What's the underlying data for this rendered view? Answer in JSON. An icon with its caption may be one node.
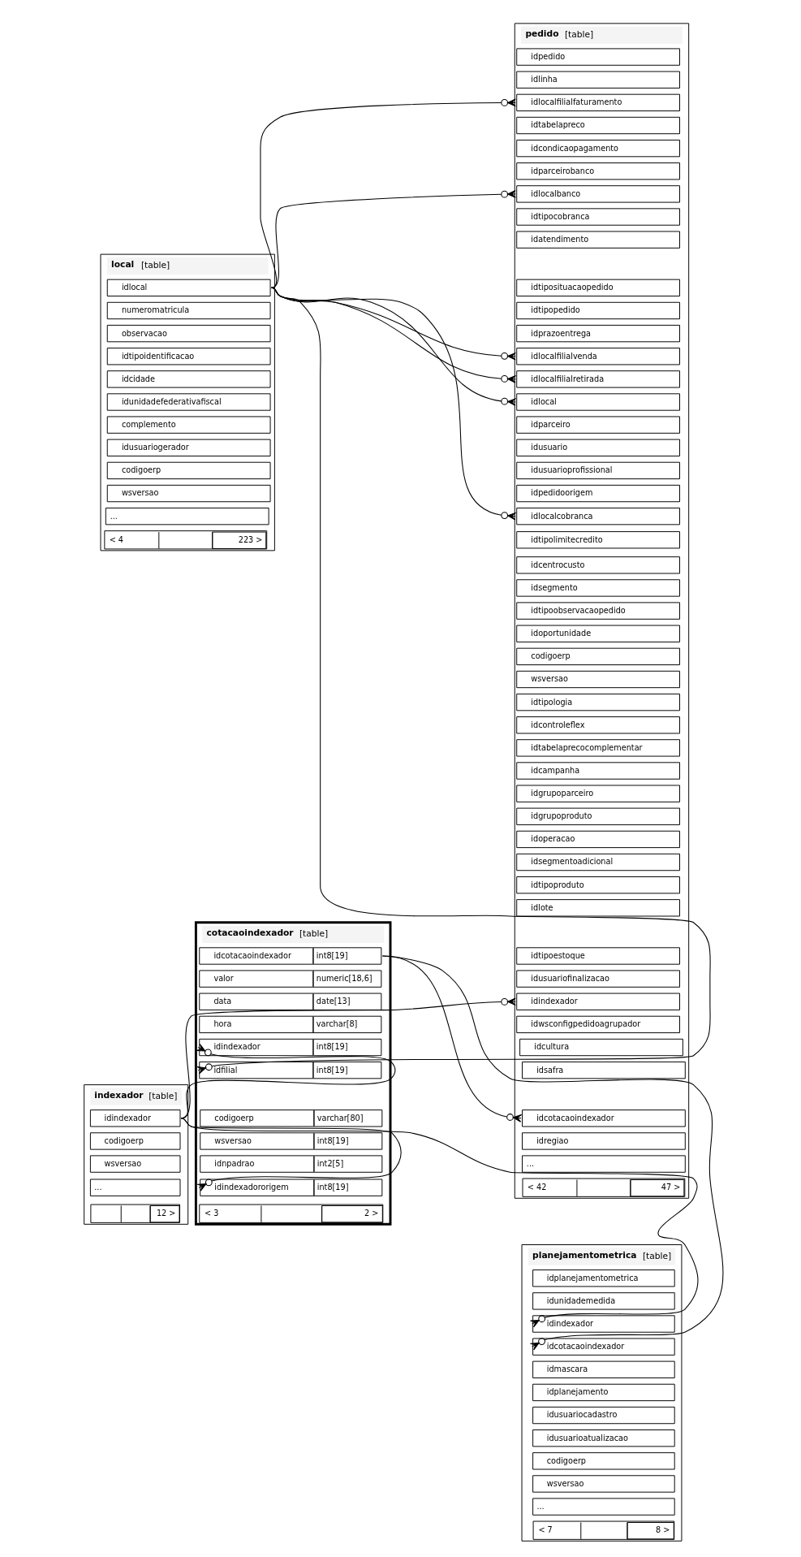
{
  "diagram": {
    "nodes": [
      {
        "text": [
          "pedido",
          "[table]"
        ]
      },
      {
        "text": [
          "idpedido"
        ],
        "in": 0
      },
      {
        "text": [
          "idlinha"
        ],
        "in": 0
      },
      {
        "text": [
          "idlocalfilialfaturamento"
        ],
        "in": 0
      },
      {
        "text": [
          "idtabelapreco"
        ],
        "in": 0
      },
      {
        "text": [
          "idcondicaopagamento"
        ],
        "in": 0
      },
      {
        "text": [
          "idparceirobanco"
        ],
        "in": 0
      },
      {
        "text": [
          "idlocalbanco"
        ],
        "in": 0
      },
      {
        "text": [
          "idtipocobranca"
        ],
        "in": 0
      },
      {
        "text": [
          "idatendimento"
        ],
        "in": 0
      },
      {
        "text": [
          "idtiposituacaopedido"
        ],
        "in": 0
      },
      {
        "text": [
          "idtipopedido"
        ],
        "in": 0
      },
      {
        "text": [
          "idprazoentrega"
        ],
        "in": 0
      },
      {
        "text": [
          "idlocalfilialvenda"
        ],
        "in": 0
      },
      {
        "text": [
          "idlocalfilialretirada"
        ],
        "in": 0
      },
      {
        "text": [
          "idlocal"
        ],
        "in": 0
      },
      {
        "text": [
          "idparceiro"
        ],
        "in": 0
      },
      {
        "text": [
          "idusuario"
        ],
        "in": 0
      },
      {
        "text": [
          "idusuarioprofissional"
        ],
        "in": 0
      },
      {
        "text": [
          "idpedidoorigem"
        ],
        "in": 0
      },
      {
        "text": [
          "idlocalcobranca"
        ],
        "in": 0
      },
      {
        "text": [
          "idtipolimitecredito"
        ],
        "in": 0
      },
      {
        "text": [
          "idcentrocusto"
        ],
        "in": 0
      },
      {
        "text": [
          "idsegmento"
        ],
        "in": 0
      },
      {
        "text": [
          "idtipoobservacaopedido"
        ],
        "in": 0
      },
      {
        "text": [
          "idoportunidade"
        ],
        "in": 0
      },
      {
        "text": [
          "codigoerp"
        ],
        "in": 0
      },
      {
        "text": [
          "wsversao"
        ],
        "in": 0
      },
      {
        "text": [
          "idtipologia"
        ],
        "in": 0
      },
      {
        "text": [
          "idcontroleflex"
        ],
        "in": 0
      },
      {
        "text": [
          "idtabelaprecocomplementar"
        ],
        "in": 0
      },
      {
        "text": [
          "idcampanha"
        ],
        "in": 0
      },
      {
        "text": [
          "idgrupoparceiro"
        ],
        "in": 0
      },
      {
        "text": [
          "idgrupoproduto"
        ],
        "in": 0
      },
      {
        "text": [
          "idoperacao"
        ],
        "in": 0
      },
      {
        "text": [
          "idsegmentoadicional"
        ],
        "in": 0
      },
      {
        "text": [
          "idtipoproduto"
        ],
        "in": 0
      },
      {
        "text": [
          "idlote"
        ],
        "in": 0
      },
      {
        "text": [
          "idtipoestoque"
        ],
        "in": 0
      },
      {
        "text": [
          "idusuariofinalizacao"
        ],
        "in": 0
      },
      {
        "text": [
          "idindexador"
        ],
        "in": 0
      },
      {
        "text": [
          "idwsconfigpedidoagrupador"
        ],
        "in": 0
      },
      {
        "text": [
          "idcultura"
        ],
        "in": 0
      },
      {
        "text": [
          "idsafra"
        ],
        "in": 0
      },
      {
        "text": [
          "idcotacaoindexador"
        ],
        "in": 0
      },
      {
        "text": [
          "idregiao"
        ],
        "in": 0
      },
      {
        "text": [
          "..."
        ],
        "in": 0
      },
      {
        "text": [
          "< 42",
          "47 >"
        ],
        "in": 0
      },
      {
        "text": [
          "local",
          "[table]"
        ]
      },
      {
        "text": [
          "idlocal"
        ],
        "in": 48
      },
      {
        "text": [
          "numeromatricula"
        ],
        "in": 48
      },
      {
        "text": [
          "observacao"
        ],
        "in": 48
      },
      {
        "text": [
          "idtipoidentificacao"
        ],
        "in": 48
      },
      {
        "text": [
          "idcidade"
        ],
        "in": 48
      },
      {
        "text": [
          "idunidadefederativafiscal"
        ],
        "in": 48
      },
      {
        "text": [
          "complemento"
        ],
        "in": 48
      },
      {
        "text": [
          "idusuariogerador"
        ],
        "in": 48
      },
      {
        "text": [
          "codigoerp"
        ],
        "in": 48
      },
      {
        "text": [
          "wsversao"
        ],
        "in": 48
      },
      {
        "text": [
          "..."
        ],
        "in": 48
      },
      {
        "text": [
          "< 4",
          "223 >"
        ],
        "in": 48
      },
      {
        "text": [
          "cotacaoindexador",
          "[table]"
        ]
      },
      {
        "text": [
          "idcotacaoindexador",
          "int8[19]"
        ],
        "in": 61
      },
      {
        "text": [
          "valor",
          "numeric[18,6]"
        ],
        "in": 61
      },
      {
        "text": [
          "data",
          "date[13]"
        ],
        "in": 61
      },
      {
        "text": [
          "hora",
          "varchar[8]"
        ],
        "in": 61
      },
      {
        "text": [
          "idindexador",
          "int8[19]"
        ],
        "in": 61
      },
      {
        "text": [
          "idfilial",
          "int8[19]"
        ],
        "in": 61
      },
      {
        "text": [
          "codigoerp",
          "varchar[80]"
        ],
        "in": 61
      },
      {
        "text": [
          "wsversao",
          "int8[19]"
        ],
        "in": 61
      },
      {
        "text": [
          "idnpadrao",
          "int2[5]"
        ],
        "in": 61
      },
      {
        "text": [
          "idindexadororigem",
          "int8[19]"
        ],
        "in": 61
      },
      {
        "text": [
          "< 3",
          "2 >"
        ],
        "in": 61
      },
      {
        "text": [
          "indexador",
          "[table]"
        ]
      },
      {
        "text": [
          "idindexador"
        ],
        "in": 73
      },
      {
        "text": [
          "codigoerp"
        ],
        "in": 73
      },
      {
        "text": [
          "wsversao"
        ],
        "in": 73
      },
      {
        "text": [
          "..."
        ],
        "in": 73
      },
      {
        "text": [
          "12 >"
        ],
        "in": 73
      },
      {
        "text": [
          "planejamentometrica",
          "[table]"
        ]
      },
      {
        "text": [
          "idplanejamentometrica"
        ],
        "in": 79
      },
      {
        "text": [
          "idunidademedida"
        ],
        "in": 79
      },
      {
        "text": [
          "idindexador"
        ],
        "in": 79
      },
      {
        "text": [
          "idcotacaoindexador"
        ],
        "in": 79
      },
      {
        "text": [
          "idmascara"
        ],
        "in": 79
      },
      {
        "text": [
          "idplanejamento"
        ],
        "in": 79
      },
      {
        "text": [
          "idusuariocadastro"
        ],
        "in": 79
      },
      {
        "text": [
          "idusuarioatualizacao"
        ],
        "in": 79
      },
      {
        "text": [
          "codigoerp"
        ],
        "in": 79
      },
      {
        "text": [
          "wsversao"
        ],
        "in": 79
      },
      {
        "text": [
          "..."
        ],
        "in": 79
      },
      {
        "text": [
          "< 7",
          "8 >"
        ],
        "in": 79
      }
    ],
    "edges": [
      {
        "from": 49,
        "to": 3,
        "arrow": "other"
      },
      {
        "from": 49,
        "to": 7,
        "arrow": "other"
      },
      {
        "from": 49,
        "to": 13,
        "arrow": "other"
      },
      {
        "from": 49,
        "to": 14,
        "arrow": "other"
      },
      {
        "from": 49,
        "to": 15,
        "arrow": "other"
      },
      {
        "from": 49,
        "to": 20,
        "arrow": "other"
      },
      {
        "from": 49,
        "to": 67,
        "arrow": "other"
      },
      {
        "from": 74,
        "to": 40,
        "arrow": "other"
      },
      {
        "from": 74,
        "to": 66,
        "arrow": "other"
      },
      {
        "from": 74,
        "to": 71,
        "arrow": "other"
      },
      {
        "from": 74,
        "to": 82,
        "arrow": "other"
      },
      {
        "from": 62,
        "to": 44,
        "arrow": "other"
      },
      {
        "from": 62,
        "to": 83,
        "arrow": "other"
      }
    ]
  }
}
